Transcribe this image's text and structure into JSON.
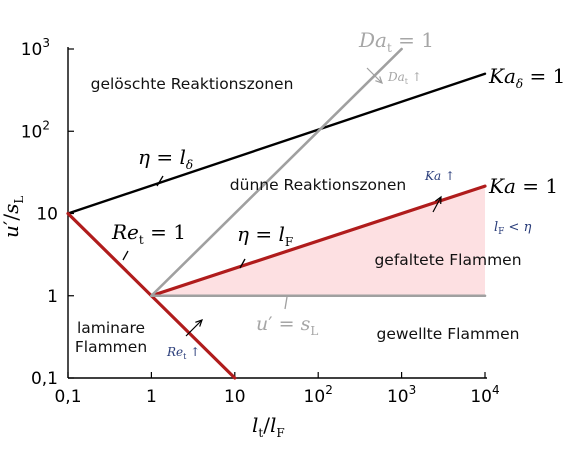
{
  "axes": {
    "x_label": "l_t/l_F",
    "y_label": "u'/s_L",
    "x_ticks": [
      {
        "value": 0.1,
        "label": "0,1"
      },
      {
        "value": 1,
        "label": "1"
      },
      {
        "value": 10,
        "label": "10"
      },
      {
        "value": 100,
        "label": "10",
        "exp": "2"
      },
      {
        "value": 1000,
        "label": "10",
        "exp": "3"
      },
      {
        "value": 10000,
        "label": "10",
        "exp": "4"
      }
    ],
    "y_ticks": [
      {
        "value": 0.1,
        "label": "0,1"
      },
      {
        "value": 1,
        "label": "1"
      },
      {
        "value": 10,
        "label": "10"
      },
      {
        "value": 100,
        "label": "10",
        "exp": "2"
      },
      {
        "value": 1000,
        "label": "10",
        "exp": "3"
      }
    ],
    "x_range": [
      0.1,
      10000
    ],
    "y_range": [
      0.1,
      1000
    ],
    "scale": "log-log"
  },
  "colors": {
    "black_line": "#000000",
    "red_line": "#b01c1c",
    "gray_line": "#a0a0a0",
    "shade": "#fde0e2",
    "blue_text": "#2a3d7a"
  },
  "lines": [
    {
      "name": "eta-l-delta",
      "color": "black",
      "points": [
        [
          0.1,
          10
        ],
        [
          10000,
          500
        ]
      ]
    },
    {
      "name": "re-t-1",
      "color": "red",
      "points": [
        [
          0.1,
          10
        ],
        [
          10,
          0.1
        ]
      ]
    },
    {
      "name": "eta-l-F",
      "color": "red",
      "points": [
        [
          1,
          1
        ],
        [
          10000,
          21.5
        ]
      ]
    },
    {
      "name": "da-t-1",
      "color": "gray",
      "points": [
        [
          1,
          1
        ],
        [
          1000,
          1000
        ]
      ]
    },
    {
      "name": "u-s-L",
      "color": "gray",
      "points": [
        [
          1,
          1
        ],
        [
          10000,
          1
        ]
      ]
    }
  ],
  "regions": [
    {
      "name": "geloeschte",
      "text": "gelöschte Reaktionszonen"
    },
    {
      "name": "duenne",
      "text": "dünne Reaktionszonen"
    },
    {
      "name": "gefaltete",
      "text": "gefaltete Flammen"
    },
    {
      "name": "gewellte",
      "text": "gewellte Flammen"
    },
    {
      "name": "laminare-1",
      "text": "laminare"
    },
    {
      "name": "laminare-2",
      "text": "Flammen"
    }
  ],
  "line_labels": {
    "da_t": "Da_t = 1",
    "ka_delta": "Ka_δ = 1",
    "ka": "Ka = 1",
    "eta_l_delta": "η = l_δ",
    "eta_l_F": "η = l_F",
    "re_t": "Re_t = 1",
    "u_s_L": "u' = s_L",
    "l_F_eta": "l_F < η"
  },
  "arrow_labels": {
    "da_t_up": "Da_t ↑",
    "ka_up": "Ka ↑",
    "re_t_up": "Re_t ↑"
  }
}
